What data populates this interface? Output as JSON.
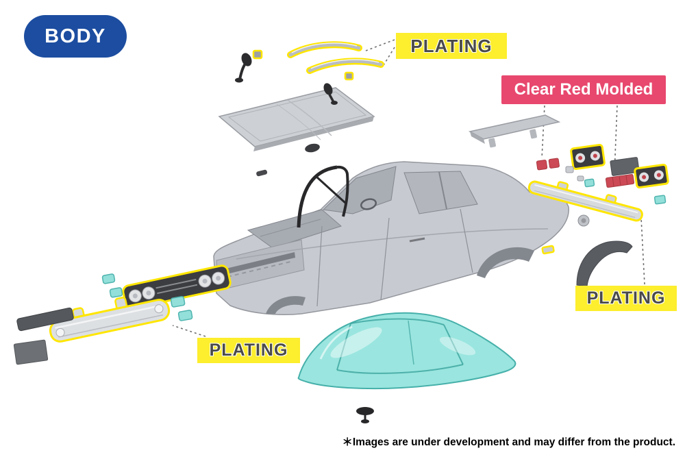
{
  "badge": {
    "label": "BODY"
  },
  "callouts": {
    "plating_top": {
      "label": "PLATING"
    },
    "clear_red_molded": {
      "label": "Clear Red Molded"
    },
    "plating_right": {
      "label": "PLATING"
    },
    "plating_bottom_left": {
      "label": "PLATING"
    }
  },
  "footer": {
    "note": "＊Images are under development and may differ from the product."
  },
  "colors": {
    "badge_blue": "#1c4da0",
    "callout_yellow": "#fdee2e",
    "callout_pink": "#e8486e",
    "callout_text_gray": "#4a4a4a",
    "plated_highlight_yellow": "#ffe600",
    "clear_red_part": "#cc4a55",
    "clear_teal_part": "#7eded6",
    "body_gray": "#c7cad0"
  },
  "illustration": {
    "parts": [
      "car-body-shell",
      "hood",
      "rear-spoiler",
      "roll-cage",
      "door-mirrors",
      "window-trim-strips",
      "front-grille-with-headlights",
      "front-chrome-bumper",
      "front-spoiler-lip",
      "front-panel",
      "turn-signal-lenses",
      "tail-light-panels",
      "clear-red-tail-lenses",
      "rear-chrome-bumper",
      "rear-fender-arch",
      "fuel-cap",
      "side-marker",
      "clear-window-canopy",
      "rearview-mirror"
    ]
  }
}
